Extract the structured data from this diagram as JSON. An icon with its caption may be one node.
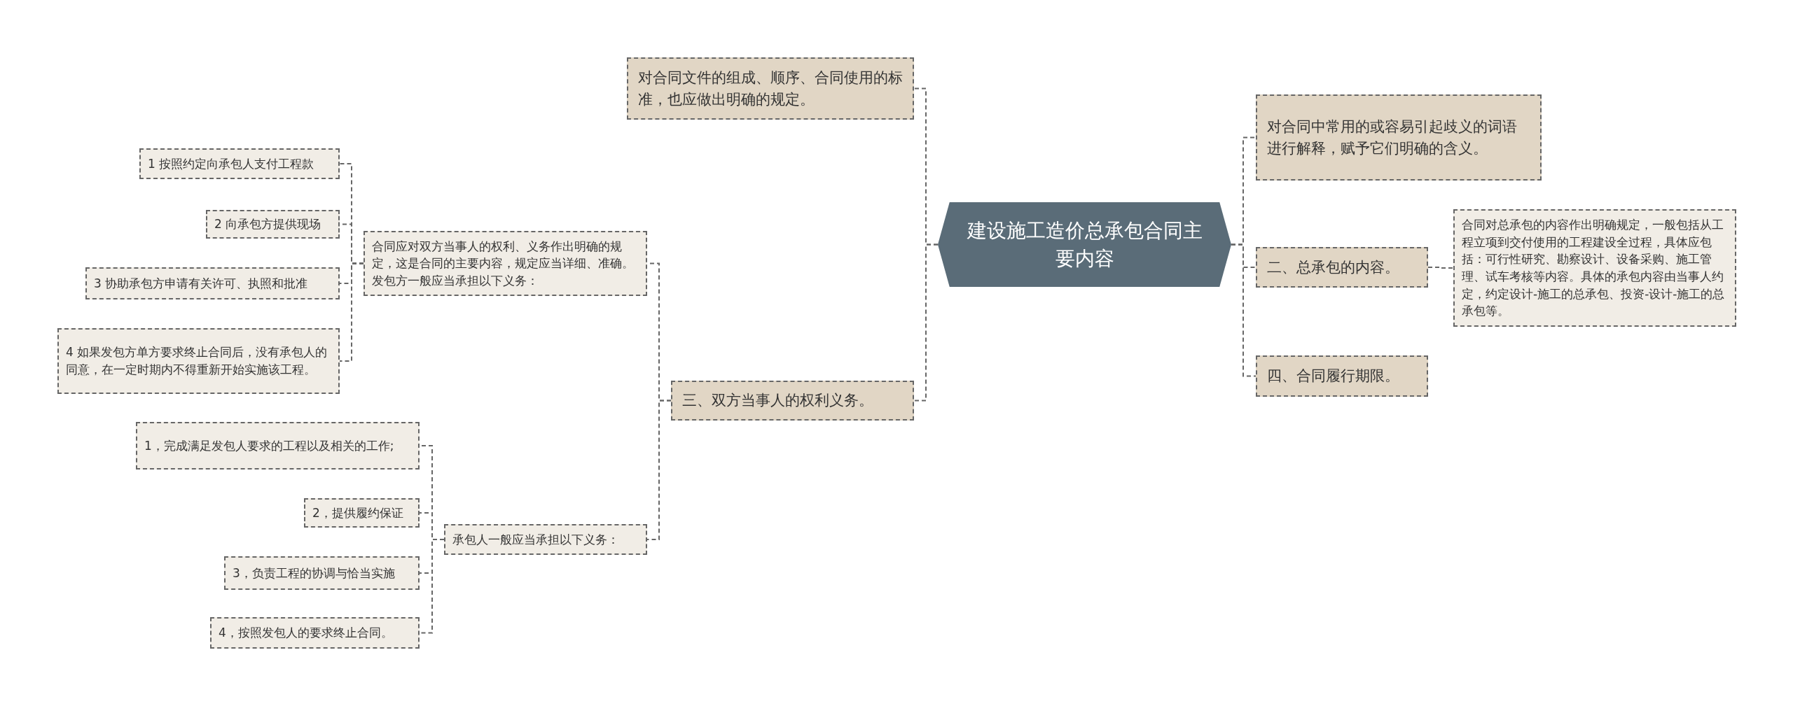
{
  "diagram": {
    "nodes": [
      {
        "text": [
          "建设施工造价总承包合同主要内容"
        ]
      },
      {
        "text": [
          "对合同文件的组成、顺序、合同使用的标准，也应做出明确的规定。"
        ]
      },
      {
        "text": [
          "三、双方当事人的权利义务。"
        ]
      },
      {
        "text": [
          "合同应对双方当事人的权利、义务作出明确的规定，这是合同的主要内容，规定应当详细、准确。发包方一般应当承担以下义务："
        ]
      },
      {
        "text": [
          "1 按照约定向承包人支付工程款"
        ]
      },
      {
        "text": [
          "2 向承包方提供现场"
        ]
      },
      {
        "text": [
          "3 协助承包方申请有关许可、执照和批准"
        ]
      },
      {
        "text": [
          "4 如果发包方单方要求终止合同后，没有承包人的同意，在一定时期内不得重新开始实施该工程。"
        ]
      },
      {
        "text": [
          "承包人一般应当承担以下义务："
        ]
      },
      {
        "text": [
          "1，完成满足发包人要求的工程以及相关的工作;"
        ]
      },
      {
        "text": [
          "2，提供履约保证"
        ]
      },
      {
        "text": [
          "3，负责工程的协调与恰当实施"
        ]
      },
      {
        "text": [
          "4，按照发包人的要求终止合同。"
        ]
      },
      {
        "text": [
          "对合同中常用的或容易引起歧义的词语进行解释，赋予它们明确的含义。"
        ]
      },
      {
        "text": [
          "二、总承包的内容。"
        ]
      },
      {
        "text": [
          "合同对总承包的内容作出明确规定，一般包括从工程立项到交付使用的工程建设全过程，具体应包括：可行性研究、勘察设计、设备采购、施工管理、试车考核等内容。具体的承包内容由当事人约定，约定设计-施工的总承包、投资-设计-施工的总承包等。"
        ]
      },
      {
        "text": [
          "四、合同履行期限。"
        ]
      }
    ],
    "edges": [
      {
        "from": 0,
        "to": 1,
        "arrow": "none"
      },
      {
        "from": 0,
        "to": 2,
        "arrow": "none"
      },
      {
        "from": 2,
        "to": 3,
        "arrow": "none"
      },
      {
        "from": 3,
        "to": 4,
        "arrow": "none"
      },
      {
        "from": 3,
        "to": 5,
        "arrow": "none"
      },
      {
        "from": 3,
        "to": 6,
        "arrow": "none"
      },
      {
        "from": 3,
        "to": 7,
        "arrow": "none"
      },
      {
        "from": 2,
        "to": 8,
        "arrow": "none"
      },
      {
        "from": 8,
        "to": 9,
        "arrow": "none"
      },
      {
        "from": 8,
        "to": 10,
        "arrow": "none"
      },
      {
        "from": 8,
        "to": 11,
        "arrow": "none"
      },
      {
        "from": 8,
        "to": 12,
        "arrow": "none"
      },
      {
        "from": 0,
        "to": 13,
        "arrow": "none"
      },
      {
        "from": 0,
        "to": 14,
        "arrow": "none"
      },
      {
        "from": 14,
        "to": 15,
        "arrow": "none"
      },
      {
        "from": 0,
        "to": 16,
        "arrow": "none"
      }
    ]
  }
}
